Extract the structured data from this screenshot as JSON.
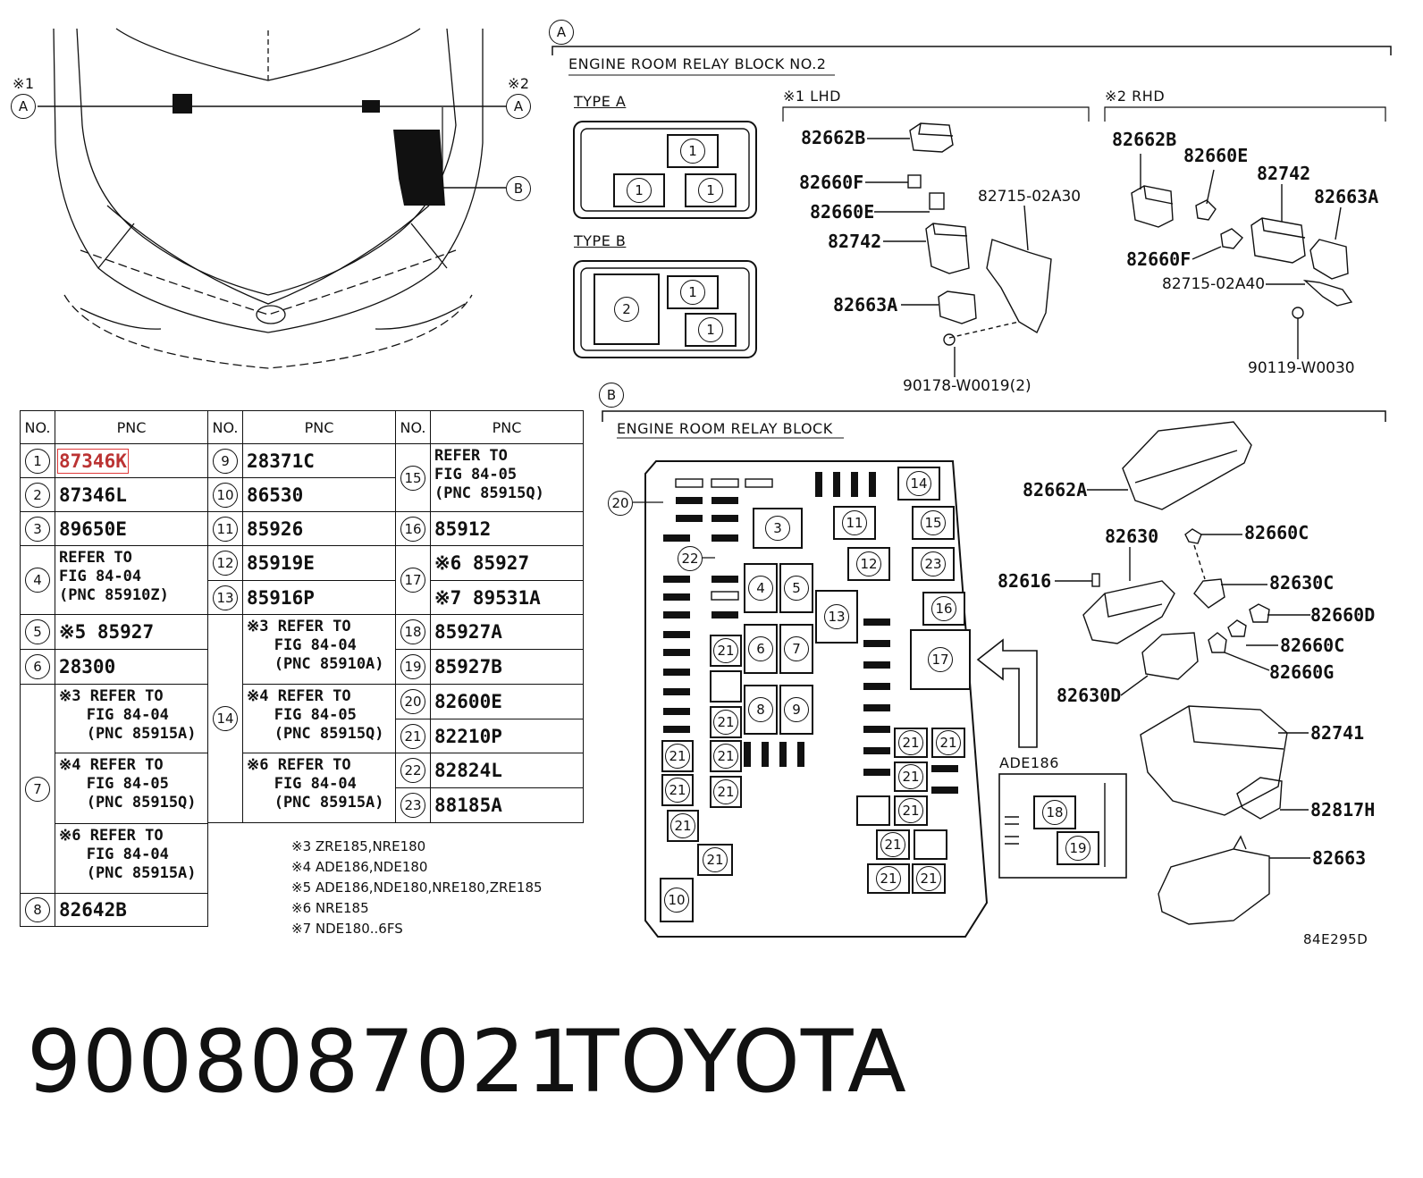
{
  "callouts": {
    "a": "A",
    "b": "B",
    "note1": "※1",
    "note2": "※2"
  },
  "section_a": {
    "title": "ENGINE ROOM RELAY BLOCK NO.2",
    "type_a": "TYPE A",
    "type_b": "TYPE B",
    "lhd": "※1 LHD",
    "rhd": "※2 RHD",
    "lhd_parts": [
      "82662B",
      "82660F",
      "82660E",
      "82742",
      "82663A",
      "82715-02A30",
      "90178-W0019(2)"
    ],
    "rhd_parts": [
      "82662B",
      "82660E",
      "82742",
      "82663A",
      "82660F",
      "82715-02A40",
      "90119-W0030"
    ],
    "nums": [
      "1",
      "2"
    ]
  },
  "section_b": {
    "title": "ENGINE ROOM RELAY BLOCK",
    "variant": "ADE186",
    "parts": [
      "82662A",
      "82630",
      "82660C",
      "82616",
      "82630C",
      "82660D",
      "82660C",
      "82660G",
      "82630D",
      "82741",
      "82817H",
      "82663"
    ],
    "nums": [
      "3",
      "4",
      "5",
      "6",
      "7",
      "8",
      "9",
      "10",
      "11",
      "12",
      "13",
      "14",
      "15",
      "16",
      "17",
      "18",
      "19",
      "20",
      "21",
      "22",
      "23"
    ],
    "figure_code": "84E295D"
  },
  "table": {
    "headers": {
      "no": "NO.",
      "pnc": "PNC"
    },
    "col1": [
      {
        "no": "1",
        "pnc": "87346K"
      },
      {
        "no": "2",
        "pnc": "87346L"
      },
      {
        "no": "3",
        "pnc": "89650E"
      },
      {
        "no": "4",
        "ref": "REFER TO\nFIG 84-04\n(PNC 85910Z)"
      },
      {
        "no": "5",
        "pnc": "※5 85927"
      },
      {
        "no": "6",
        "pnc": "28300"
      },
      {
        "no": "7",
        "refs": [
          "※3 REFER TO\n   FIG 84-04\n   (PNC 85915A)",
          "※4 REFER TO\n   FIG 84-05\n   (PNC 85915Q)",
          "※6 REFER TO\n   FIG 84-04\n   (PNC 85915A)"
        ]
      },
      {
        "no": "8",
        "pnc": "82642B"
      }
    ],
    "col2": [
      {
        "no": "9",
        "pnc": "28371C"
      },
      {
        "no": "10",
        "pnc": "86530"
      },
      {
        "no": "11",
        "pnc": "85926"
      },
      {
        "no": "12",
        "pnc": "85919E"
      },
      {
        "no": "13",
        "pnc": "85916P"
      },
      {
        "no": "14",
        "refs": [
          "※3 REFER TO\n   FIG 84-04\n   (PNC 85910A)",
          "※4 REFER TO\n   FIG 84-05\n   (PNC 85915Q)",
          "※6 REFER TO\n   FIG 84-04\n   (PNC 85915A)"
        ]
      }
    ],
    "col3": [
      {
        "no": "15",
        "ref": "REFER TO\nFIG 84-05\n(PNC 85915Q)"
      },
      {
        "no": "16",
        "pnc": "85912"
      },
      {
        "no": "17",
        "pncs": [
          "※6 85927",
          "※7 89531A"
        ]
      },
      {
        "no": "18",
        "pnc": "85927A"
      },
      {
        "no": "19",
        "pnc": "85927B"
      },
      {
        "no": "20",
        "pnc": "82600E"
      },
      {
        "no": "21",
        "pnc": "82210P"
      },
      {
        "no": "22",
        "pnc": "82824L"
      },
      {
        "no": "23",
        "pnc": "88185A"
      }
    ]
  },
  "notes": [
    "※3 ZRE185,NRE180",
    "※4 ADE186,NDE180",
    "※5 ADE186,NDE180,NRE180,ZRE185",
    "※6 NRE185",
    "※7 NDE180..6FS"
  ],
  "footer": {
    "part_number": "9008087021",
    "brand": "TOYOTA"
  }
}
